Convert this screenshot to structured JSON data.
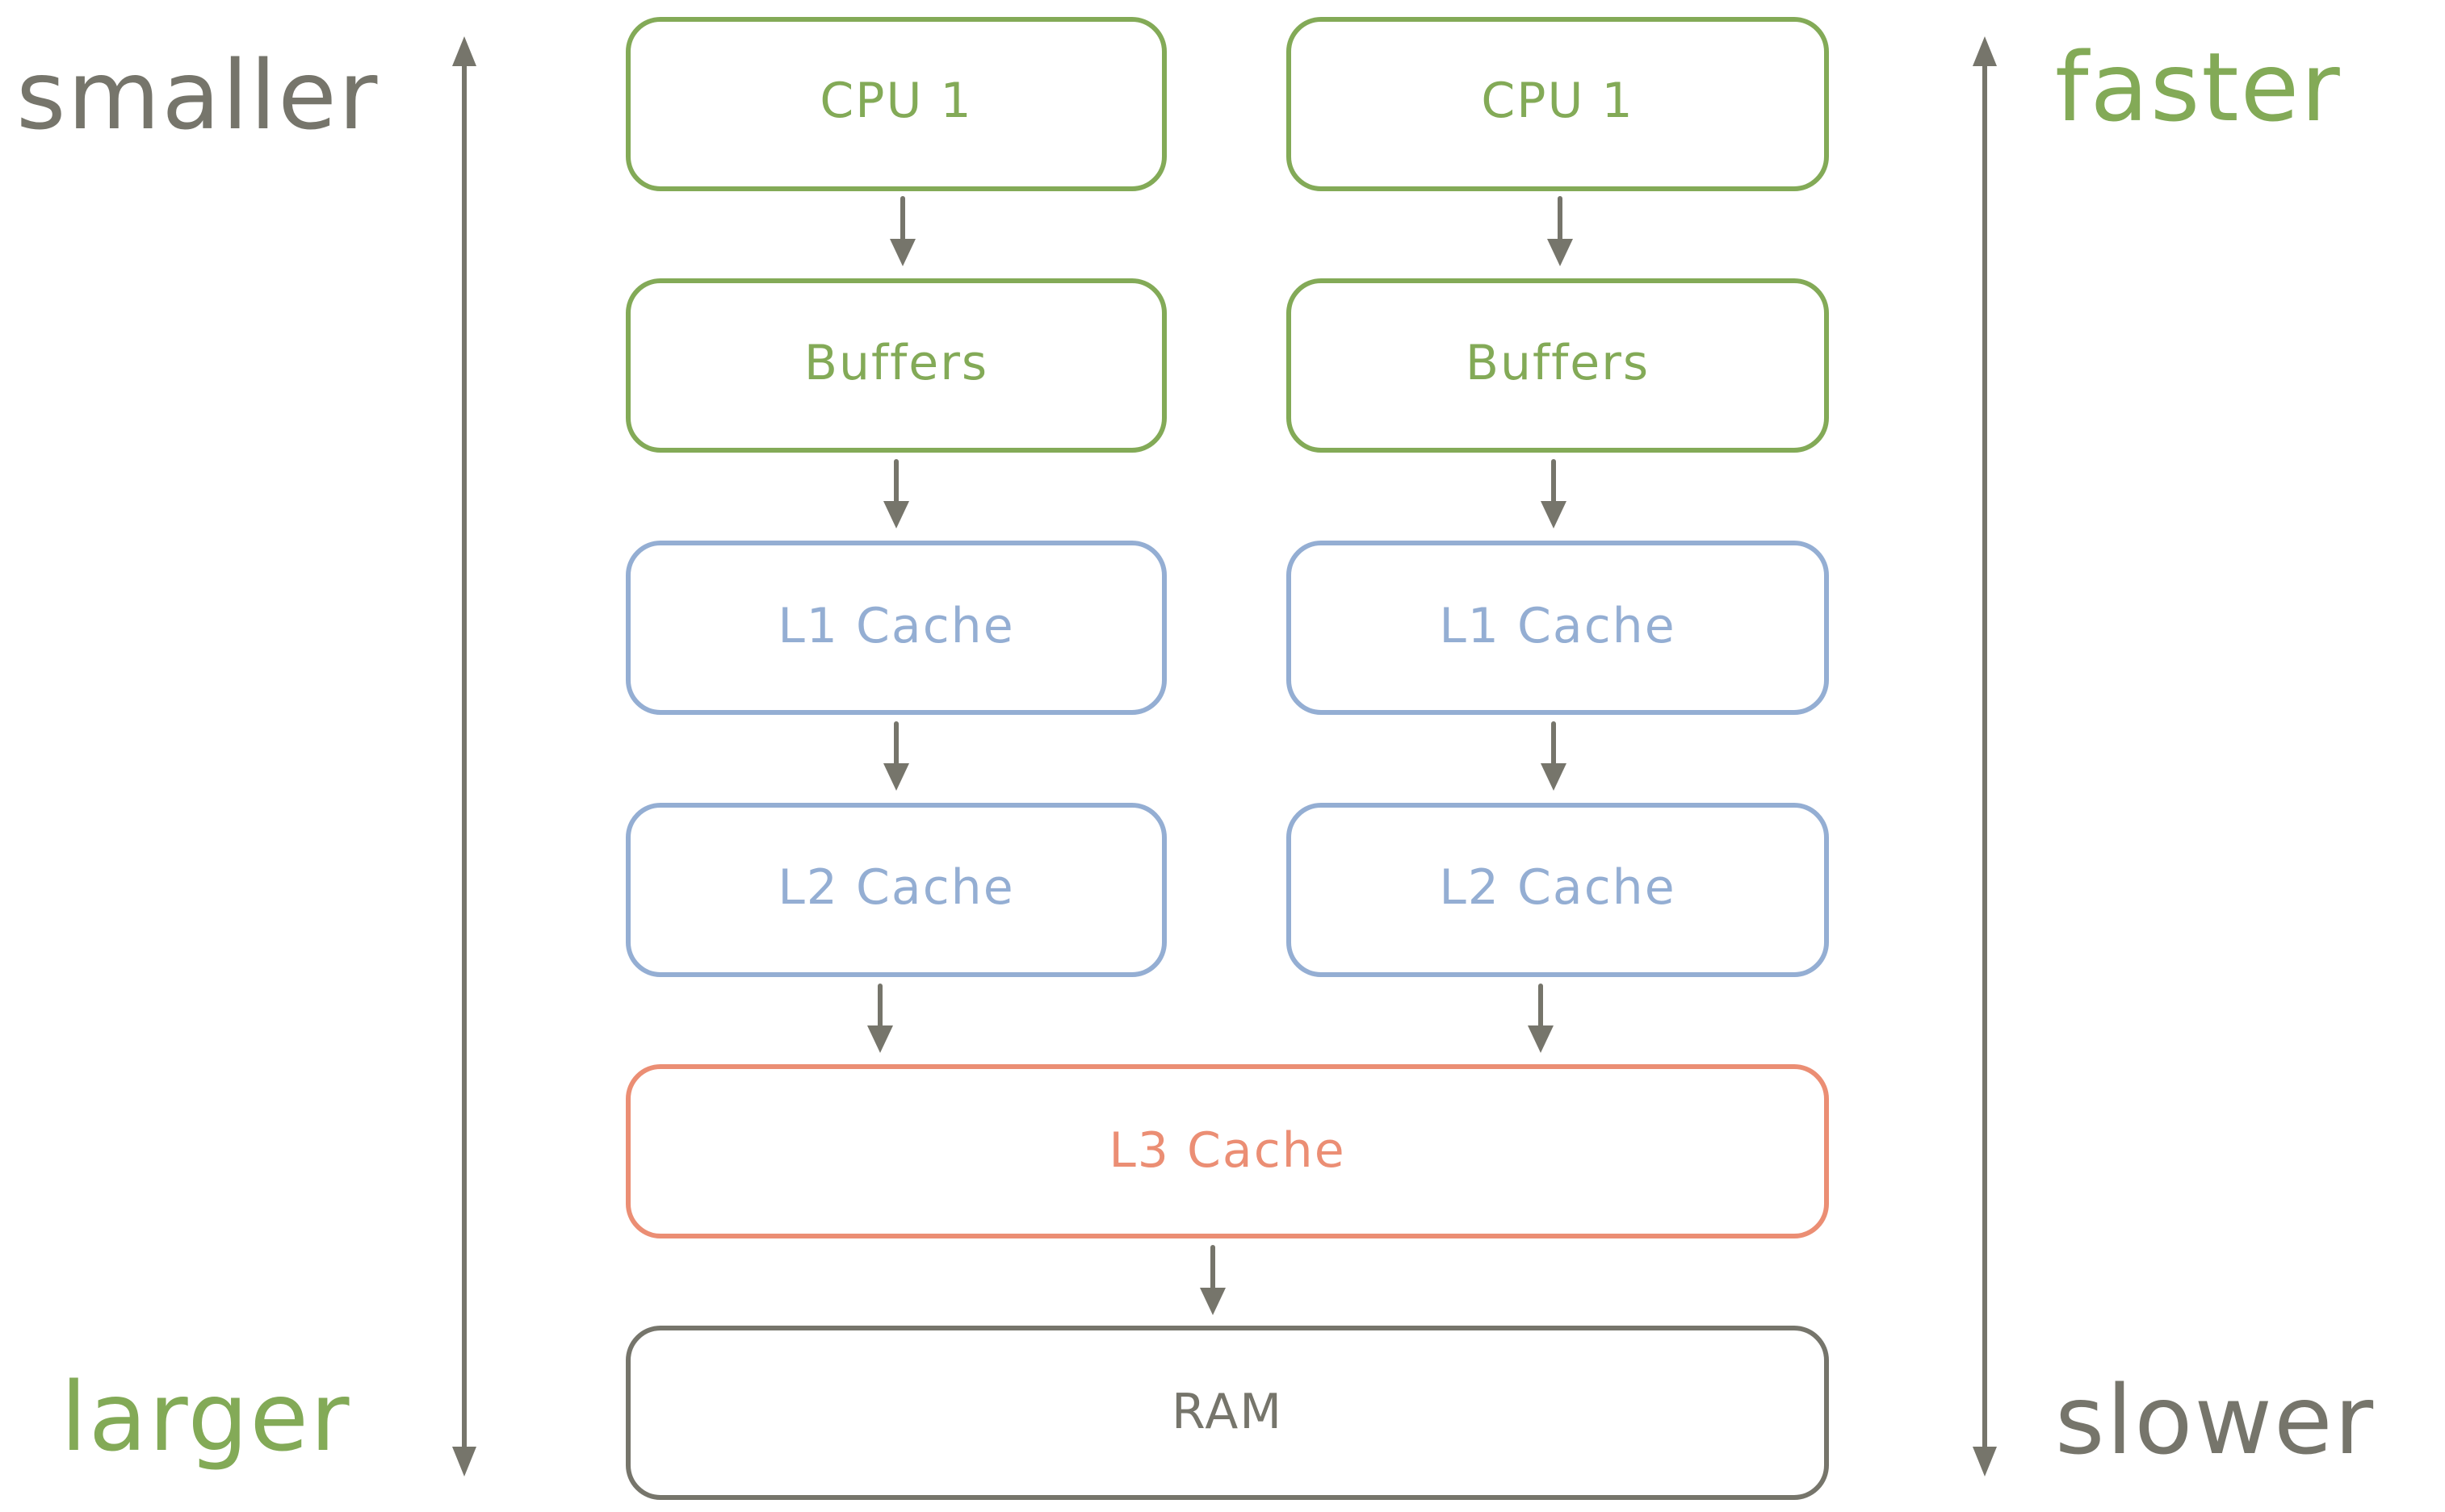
{
  "colors": {
    "cpu": "#83aa57",
    "l1l2": "#94aed3",
    "l3": "#eb8e74",
    "ram": "#76756b",
    "arrow": "#76756b",
    "label_gray": "#76756b",
    "label_green": "#83aa57"
  },
  "labels": {
    "smaller": "smaller",
    "larger": "larger",
    "faster": "faster",
    "slower": "slower"
  },
  "columns": [
    {
      "cpu": "CPU 1",
      "buffers": "Buffers",
      "l1": "L1 Cache",
      "l2": "L2 Cache"
    },
    {
      "cpu": "CPU 1",
      "buffers": "Buffers",
      "l1": "L1 Cache",
      "l2": "L2 Cache"
    }
  ],
  "shared": {
    "l3": "L3 Cache",
    "ram": "RAM"
  }
}
